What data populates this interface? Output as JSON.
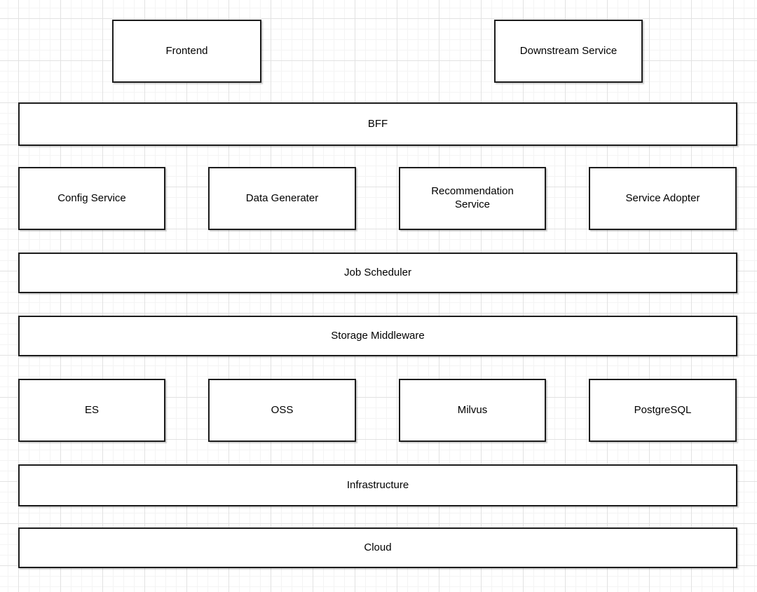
{
  "diagram": {
    "type": "layered-architecture-diagram",
    "nodes": {
      "frontend": {
        "label": "Frontend"
      },
      "downstream_service": {
        "label": "Downstream Service"
      },
      "bff": {
        "label": "BFF"
      },
      "config_service": {
        "label": "Config Service"
      },
      "data_generater": {
        "label": "Data Generater"
      },
      "recommendation_service": {
        "label": "Recommendation Service"
      },
      "service_adopter": {
        "label": "Service Adopter"
      },
      "job_scheduler": {
        "label": "Job Scheduler"
      },
      "storage_middleware": {
        "label": "Storage Middleware"
      },
      "es": {
        "label": "ES"
      },
      "oss": {
        "label": "OSS"
      },
      "milvus": {
        "label": "Milvus"
      },
      "postgresql": {
        "label": "PostgreSQL"
      },
      "infrastructure": {
        "label": "Infrastructure"
      },
      "cloud": {
        "label": "Cloud"
      }
    },
    "colors": {
      "background": "#ffffff",
      "grid_minor": "#f4f4f4",
      "grid_major": "#e2e2e2",
      "node_fill": "#ffffff",
      "node_border": "#1c1c1c",
      "text": "#000000"
    }
  }
}
